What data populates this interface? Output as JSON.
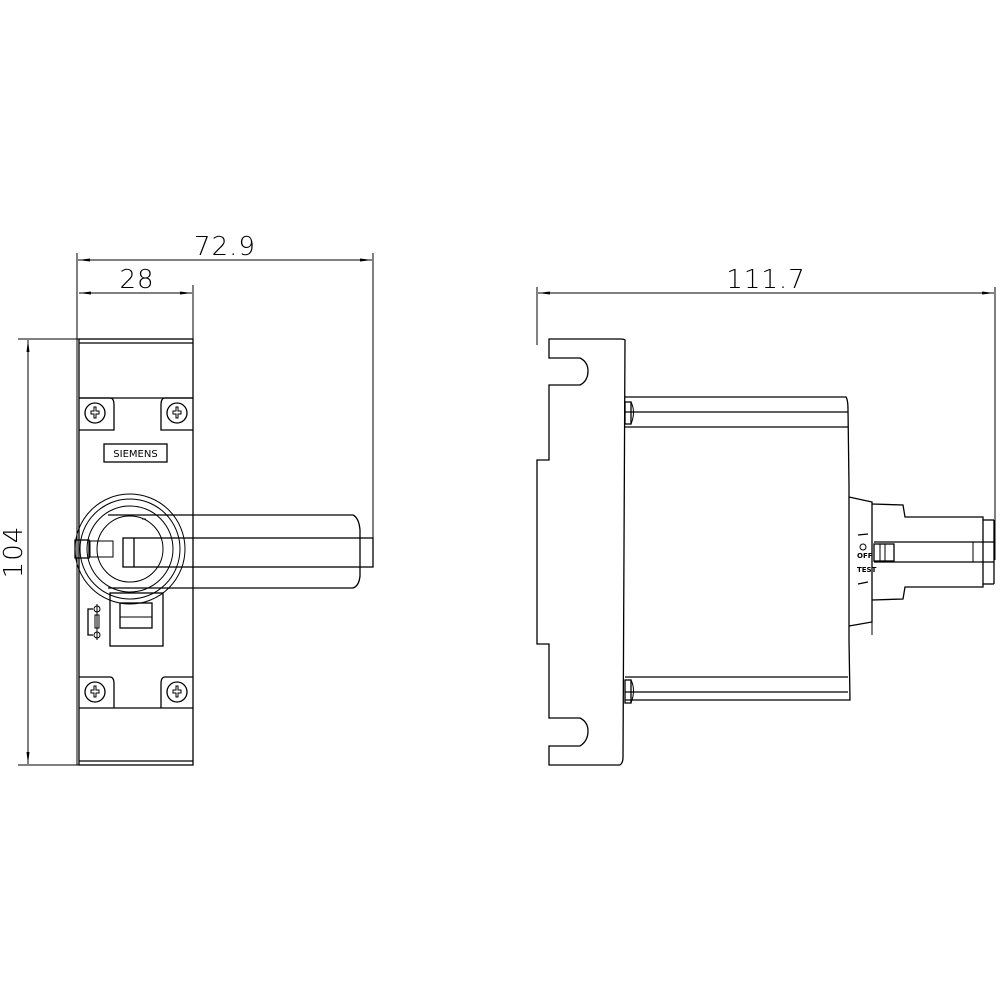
{
  "drawing": {
    "type": "technical dimension drawing",
    "views": {
      "front": {
        "dimensions": {
          "overall_width": "72.9",
          "body_width": "28",
          "height": "104"
        },
        "brand_label": "SIEMENS"
      },
      "side": {
        "dimensions": {
          "depth": "111.7"
        },
        "switch_markings": {
          "on": "I",
          "off": "O",
          "off_label": "OFF",
          "test_label": "TEST"
        }
      }
    },
    "colors": {
      "line": "#000000",
      "background": "#ffffff"
    }
  }
}
